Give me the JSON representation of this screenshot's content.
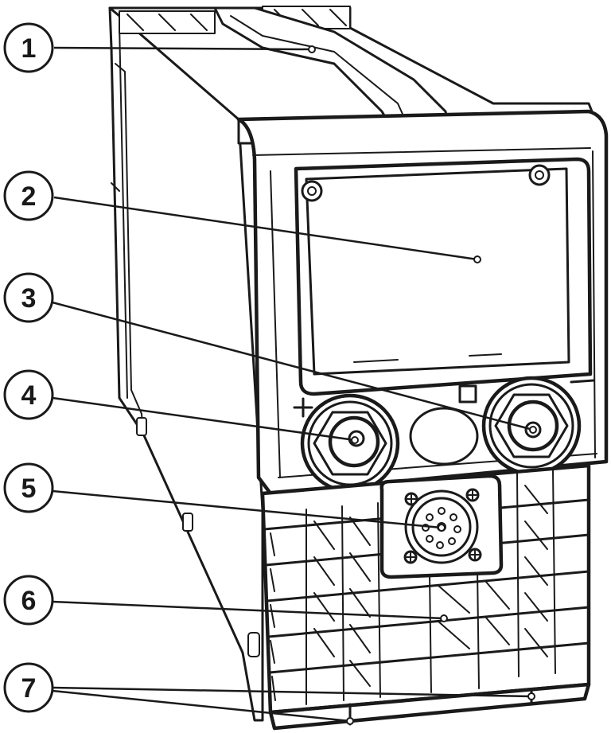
{
  "figure": {
    "callouts": [
      {
        "number": "1",
        "part": "carry-strap"
      },
      {
        "number": "2",
        "part": "display-window"
      },
      {
        "number": "3",
        "part": "negative-socket"
      },
      {
        "number": "4",
        "part": "positive-socket"
      },
      {
        "number": "5",
        "part": "control-connector"
      },
      {
        "number": "6",
        "part": "ventilation-grille"
      },
      {
        "number": "7",
        "part": "feet"
      }
    ],
    "polarity": {
      "positive": "+",
      "negative": "–"
    },
    "colors": {
      "line": "#1a1a1a",
      "background": "#ffffff"
    }
  }
}
